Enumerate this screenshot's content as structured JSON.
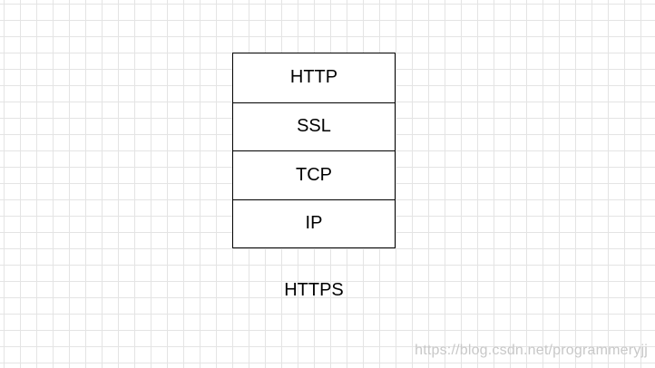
{
  "diagram": {
    "layers": [
      {
        "label": "HTTP"
      },
      {
        "label": "SSL"
      },
      {
        "label": "TCP"
      },
      {
        "label": "IP"
      }
    ],
    "caption": "HTTPS"
  },
  "watermark": "https://blog.csdn.net/programmeryjj"
}
